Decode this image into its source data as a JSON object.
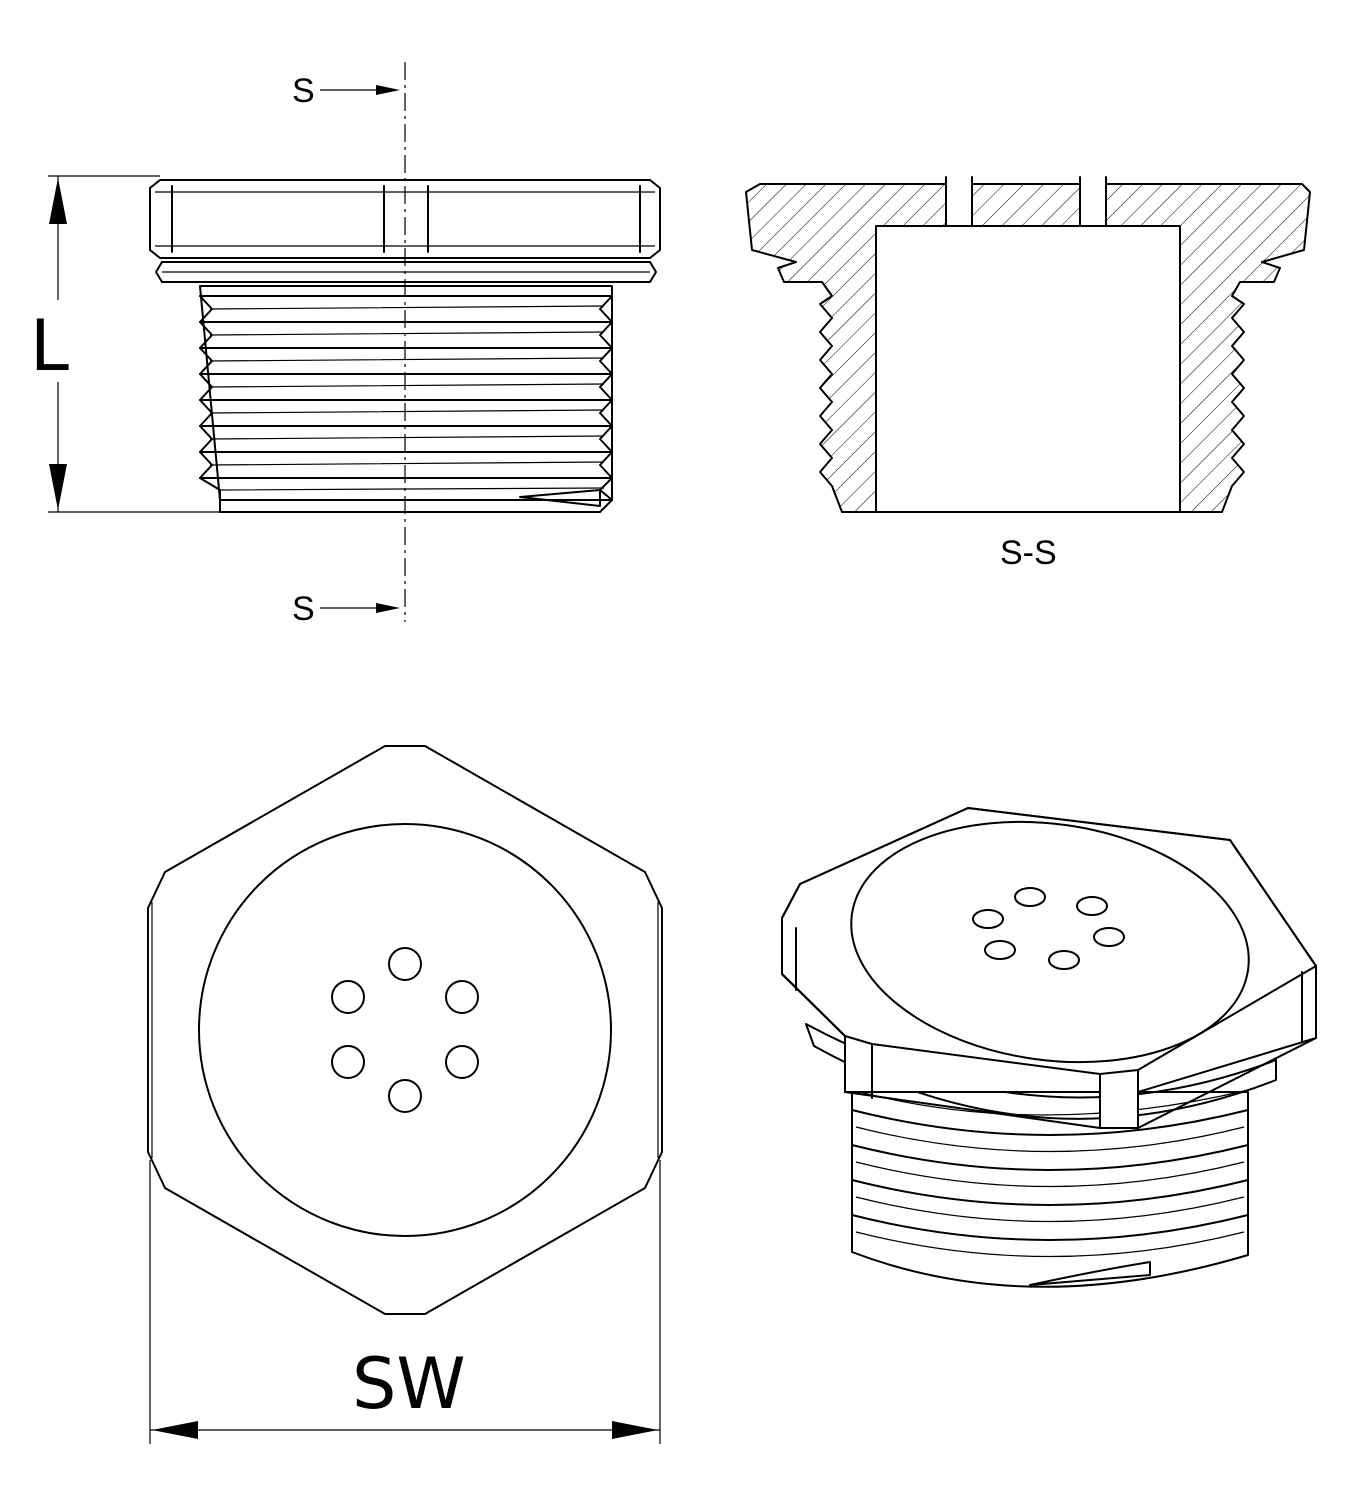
{
  "section_marker": "S",
  "section_view_label": "S-S",
  "dimension_length_label": "L",
  "dimension_width_label": "SW",
  "colors": {
    "line": "#000000",
    "background": "#ffffff"
  }
}
